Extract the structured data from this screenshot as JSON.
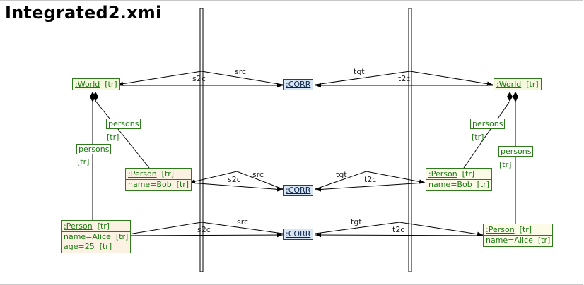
{
  "title": "Integrated2.xmi",
  "nodes": {
    "world_src": {
      "header": ":World",
      "tag": "[tr]"
    },
    "world_tgt": {
      "header": ":World",
      "tag": "[tr]"
    },
    "bob_src": {
      "header": ":Person",
      "tag": "[tr]",
      "attrs": [
        "name=Bob  [tr]"
      ]
    },
    "bob_tgt": {
      "header": ":Person",
      "tag": "[tr]",
      "attrs": [
        "name=Bob  [tr]"
      ]
    },
    "alice_src": {
      "header": ":Person",
      "tag": "[tr]",
      "attrs": [
        "name=Alice  [tr]",
        "age=25  [tr]"
      ]
    },
    "alice_tgt": {
      "header": ":Person",
      "tag": "[tr]",
      "attrs": [
        "name=Alice  [tr]"
      ]
    }
  },
  "corr": [
    ":CORR",
    ":CORR",
    ":CORR"
  ],
  "edge_labels": {
    "persons": "persons",
    "tr": "[tr]",
    "src": "src",
    "tgt": "tgt",
    "s2c": "s2c",
    "t2c": "t2c"
  }
}
